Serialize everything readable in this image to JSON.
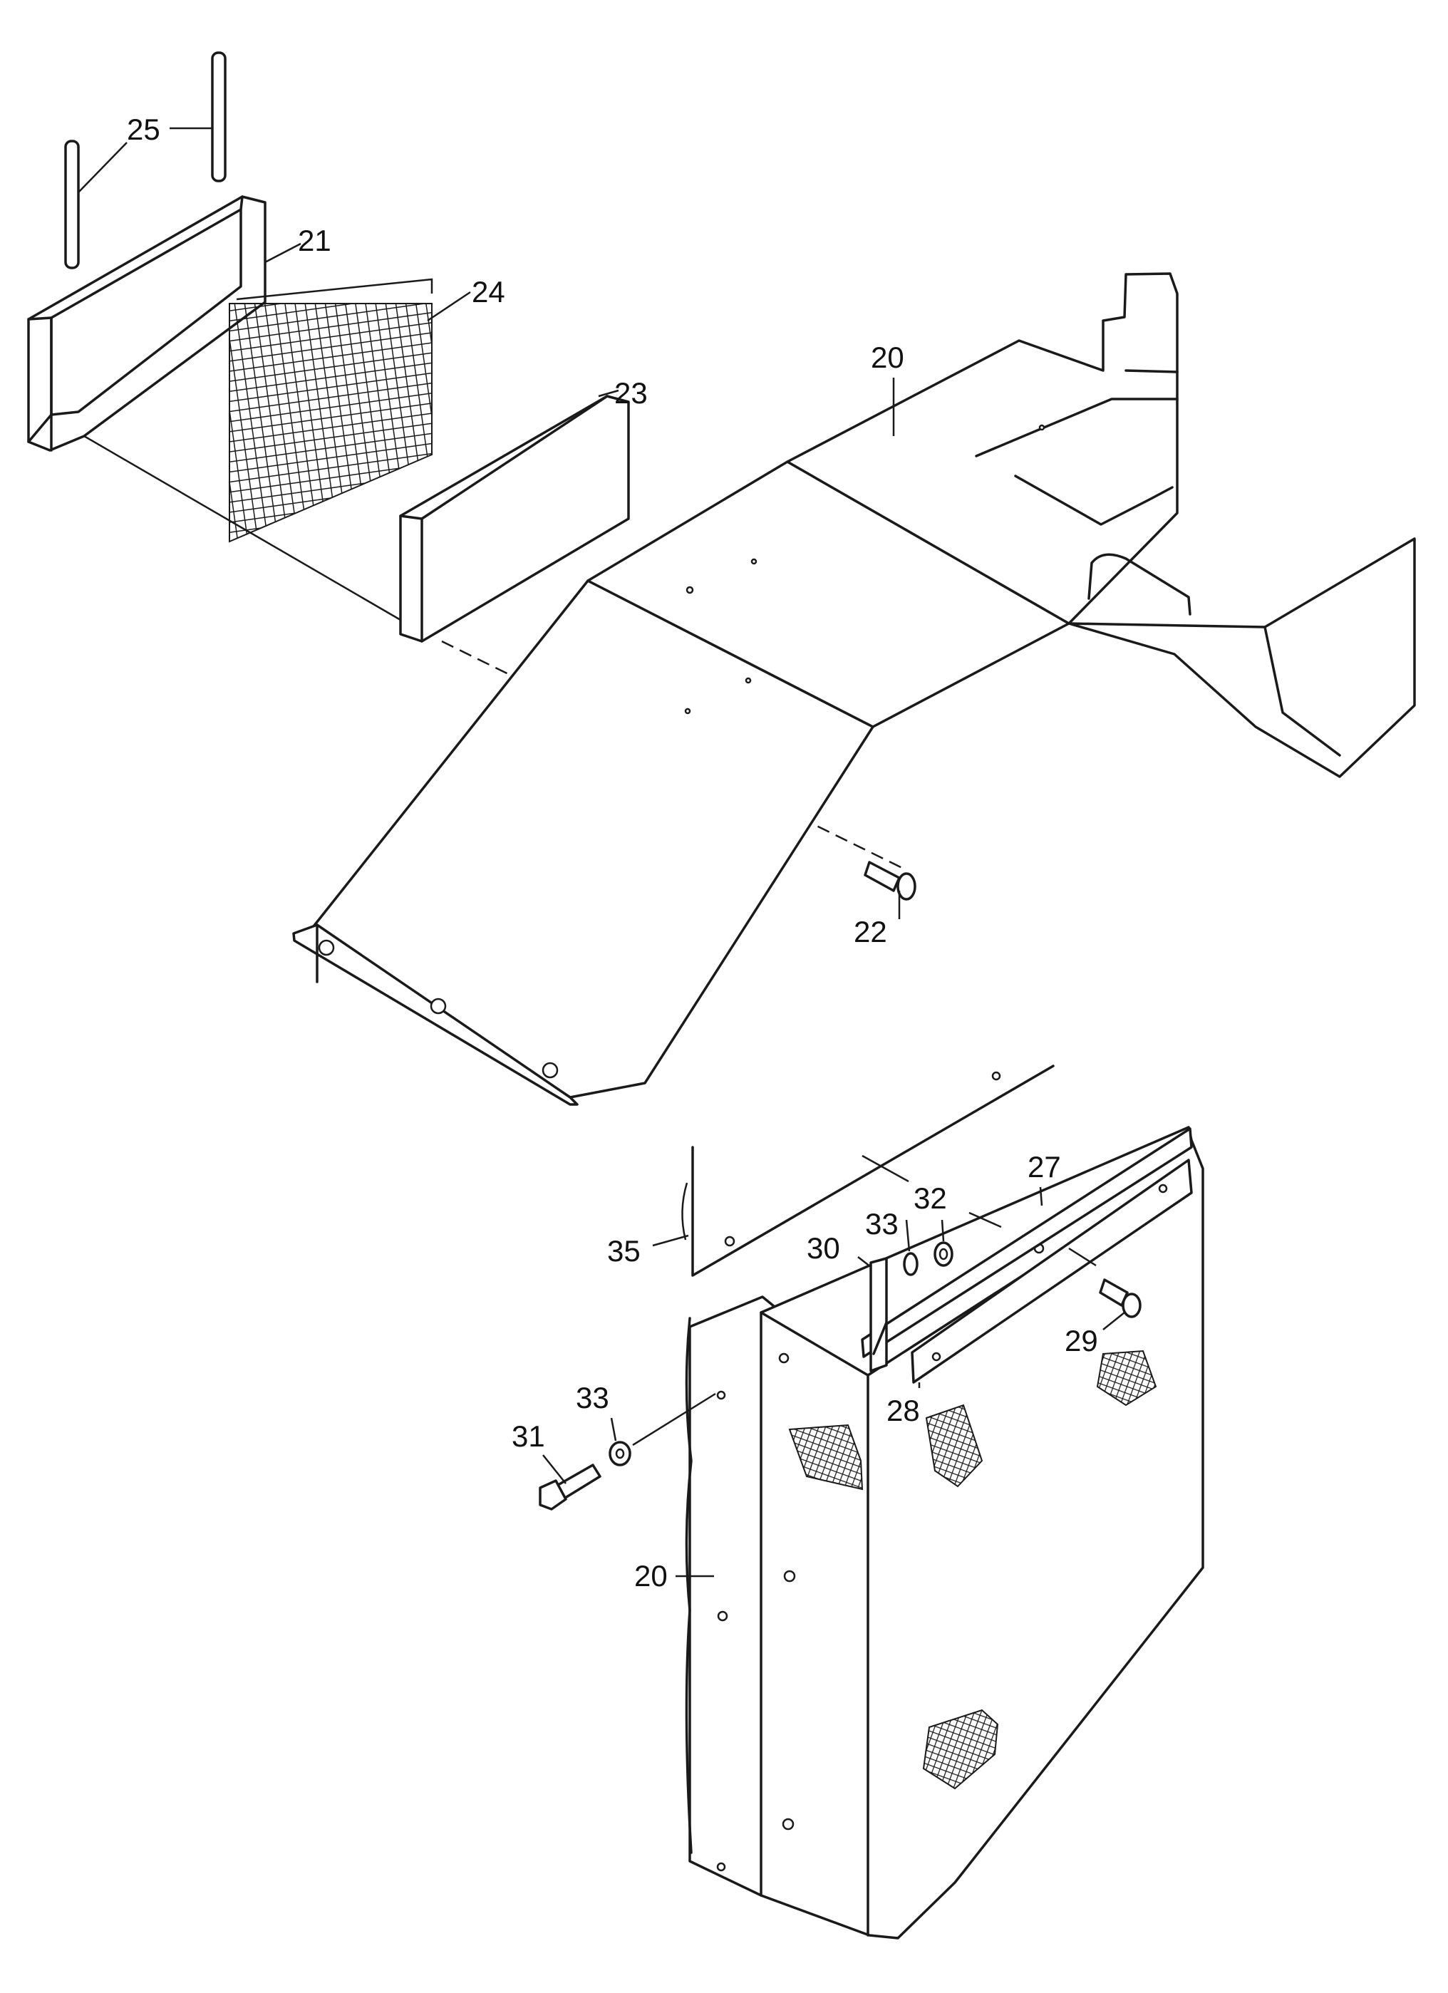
{
  "diagram": {
    "type": "exploded-parts-view",
    "line_color": "#1a1a1a",
    "background": "#ffffff",
    "callouts": [
      "25",
      "21",
      "24",
      "23",
      "20",
      "22",
      "35",
      "33",
      "32",
      "27",
      "30",
      "29",
      "28",
      "31",
      "33",
      "20"
    ]
  }
}
